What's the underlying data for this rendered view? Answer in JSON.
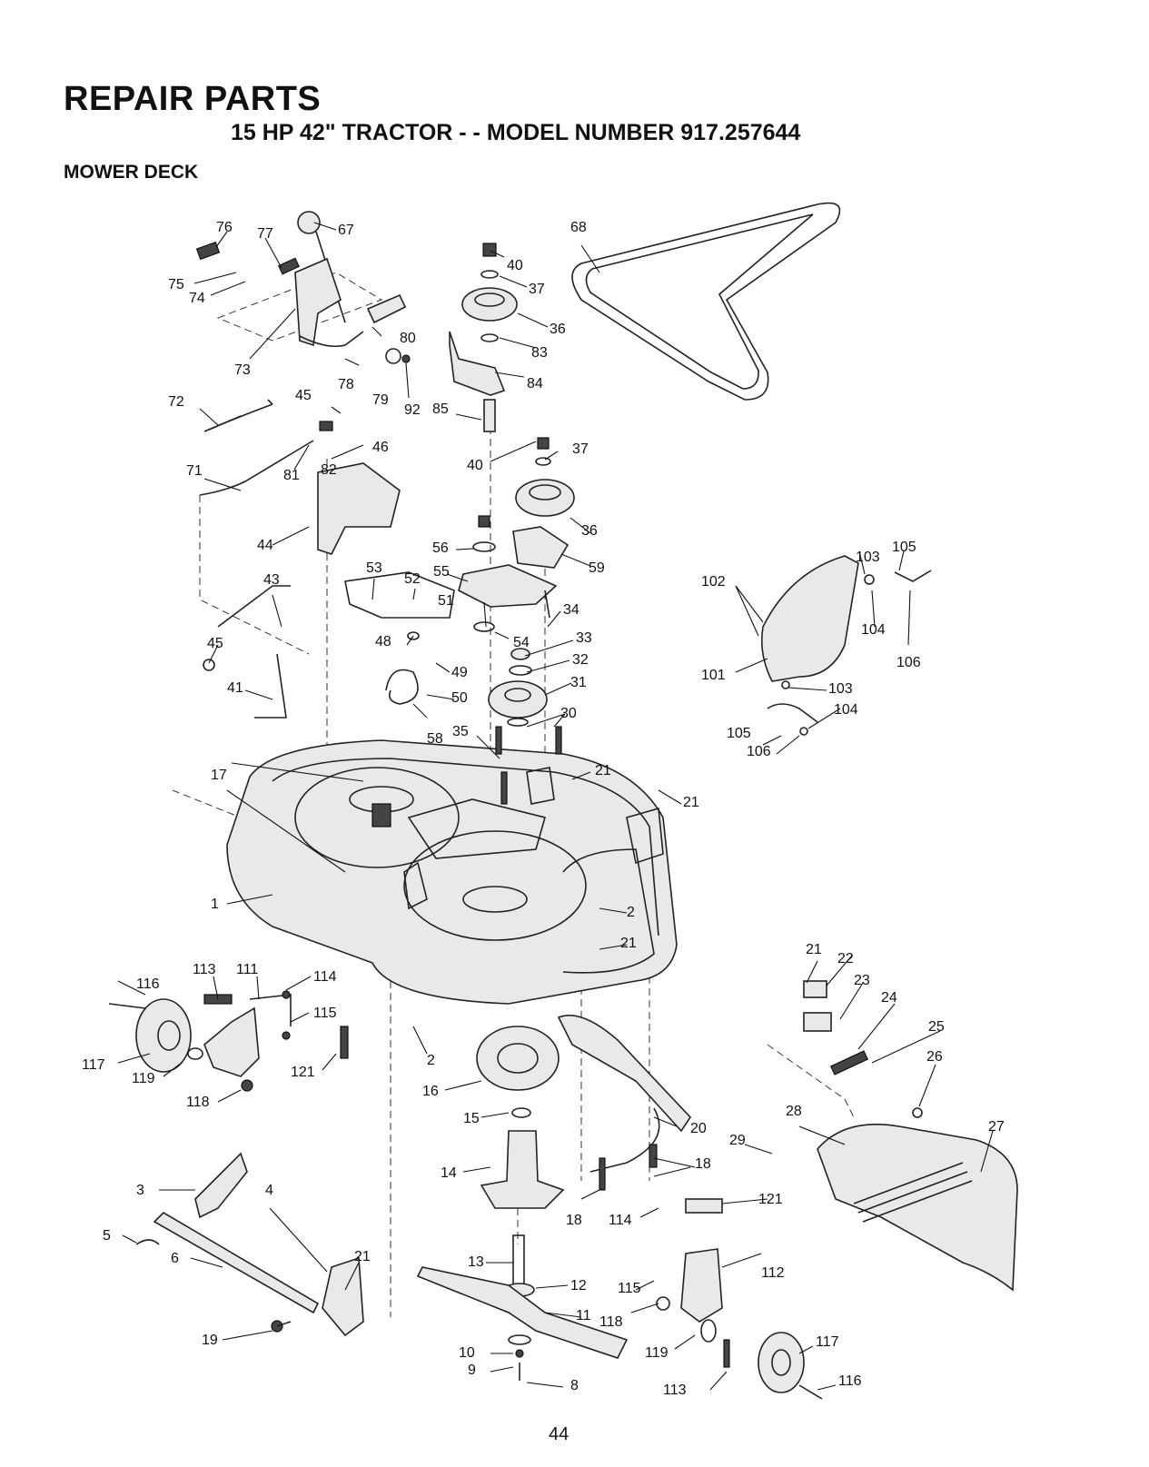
{
  "header": {
    "title": "REPAIR PARTS",
    "subtitle": "15 HP 42\" TRACTOR - - MODEL NUMBER 917.257644",
    "section": "MOWER DECK"
  },
  "page_number": "44",
  "diagram": {
    "callouts": [
      "1",
      "2",
      "3",
      "4",
      "5",
      "6",
      "8",
      "9",
      "10",
      "11",
      "12",
      "13",
      "14",
      "15",
      "16",
      "17",
      "18",
      "19",
      "20",
      "21",
      "22",
      "23",
      "24",
      "25",
      "26",
      "27",
      "28",
      "29",
      "30",
      "31",
      "32",
      "33",
      "34",
      "35",
      "36",
      "37",
      "40",
      "41",
      "43",
      "44",
      "45",
      "46",
      "48",
      "49",
      "50",
      "51",
      "52",
      "53",
      "54",
      "55",
      "56",
      "58",
      "59",
      "67",
      "68",
      "71",
      "72",
      "73",
      "74",
      "75",
      "76",
      "77",
      "78",
      "79",
      "80",
      "81",
      "82",
      "83",
      "84",
      "85",
      "92",
      "101",
      "102",
      "103",
      "104",
      "105",
      "106",
      "111",
      "112",
      "113",
      "114",
      "115",
      "116",
      "117",
      "118",
      "119",
      "121"
    ]
  }
}
